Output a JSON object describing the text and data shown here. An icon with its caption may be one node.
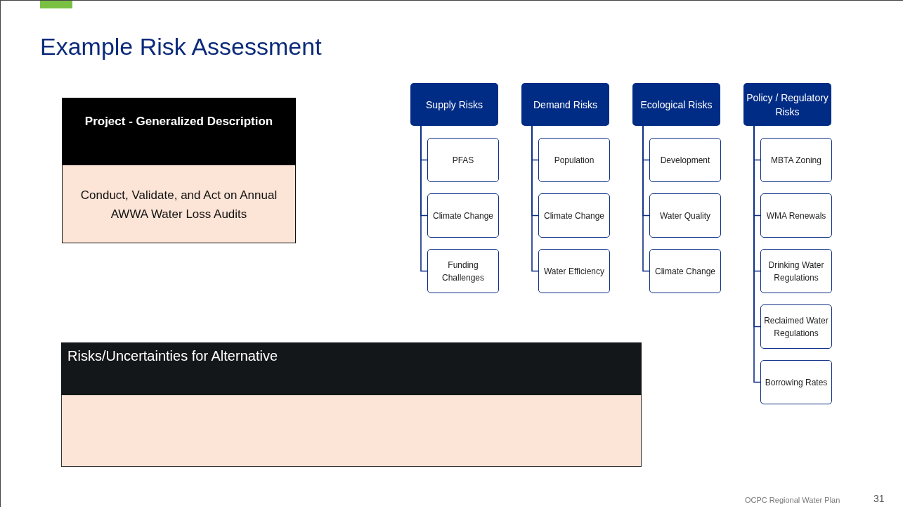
{
  "diagram": {
    "title": "Example Risk Assessment",
    "nodes": [
      {
        "text": [
          "Supply Risks"
        ]
      },
      {
        "text": [
          "PFAS"
        ]
      },
      {
        "text": [
          "Climate Change"
        ]
      },
      {
        "text": [
          "Funding Challenges"
        ]
      },
      {
        "text": [
          "Demand Risks"
        ]
      },
      {
        "text": [
          "Population"
        ]
      },
      {
        "text": [
          "Climate Change"
        ]
      },
      {
        "text": [
          "Water Efficiency"
        ]
      },
      {
        "text": [
          "Ecological Risks"
        ]
      },
      {
        "text": [
          "Development"
        ]
      },
      {
        "text": [
          "Water Quality"
        ]
      },
      {
        "text": [
          "Climate Change"
        ]
      },
      {
        "text": [
          "Policy / Regulatory Risks"
        ]
      },
      {
        "text": [
          "MBTA Zoning"
        ]
      },
      {
        "text": [
          "WMA Renewals"
        ]
      },
      {
        "text": [
          "Drinking Water Regulations"
        ]
      },
      {
        "text": [
          "Reclaimed Water Regulations"
        ]
      },
      {
        "text": [
          "Borrowing Rates"
        ]
      }
    ],
    "edges": [
      {
        "from": 0,
        "to": 1,
        "arrow": "none"
      },
      {
        "from": 0,
        "to": 2,
        "arrow": "none"
      },
      {
        "from": 0,
        "to": 3,
        "arrow": "none"
      },
      {
        "from": 4,
        "to": 5,
        "arrow": "none"
      },
      {
        "from": 4,
        "to": 6,
        "arrow": "none"
      },
      {
        "from": 4,
        "to": 7,
        "arrow": "none"
      },
      {
        "from": 8,
        "to": 9,
        "arrow": "none"
      },
      {
        "from": 8,
        "to": 10,
        "arrow": "none"
      },
      {
        "from": 8,
        "to": 11,
        "arrow": "none"
      },
      {
        "from": 12,
        "to": 13,
        "arrow": "none"
      },
      {
        "from": 12,
        "to": 14,
        "arrow": "none"
      },
      {
        "from": 12,
        "to": 15,
        "arrow": "none"
      },
      {
        "from": 12,
        "to": 16,
        "arrow": "none"
      },
      {
        "from": 12,
        "to": 17,
        "arrow": "none"
      }
    ],
    "labels": [
      "Project - Generalized Description",
      "Conduct, Validate, and Act on Annual AWWA Water Loss Audits",
      "Risks/Uncertainties for Alternative",
      "OCPC Regional Water Plan",
      "31"
    ]
  }
}
